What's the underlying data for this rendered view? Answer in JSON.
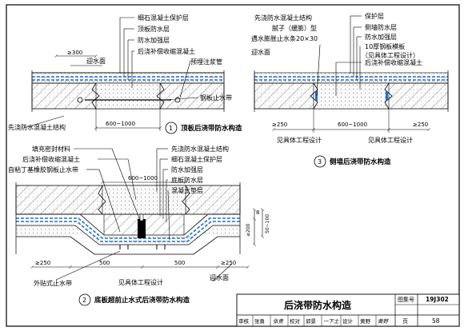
{
  "detail1": {
    "label_a": "细石混凝土保护层",
    "label_b": "顶板防水层",
    "label_c": "防水加强层",
    "label_d": "后浇补偿收缩混凝土",
    "grout_pipe": "预埋注浆管",
    "waterstop": "钢板止水带",
    "dim_left": "≥300",
    "dim_mid": "600~1000",
    "water_face": "迎水面",
    "first_concrete": "先浇防水混凝土结构",
    "number": "1",
    "caption": "顶板后浇带防水构造"
  },
  "detail3": {
    "first_concrete": "先浇防水混凝土结构",
    "putty": "腻子（缓膨）型",
    "swell_strip": "遇水膨胀止水条20×30",
    "water_face": "迎水面",
    "label_a": "保护层",
    "label_b": "侧墙防水层",
    "label_c": "防水加强层",
    "label_d": "10厚钢板模板",
    "label_e": "（见具体工程设计）",
    "label_f": "后浇补偿收缩混凝土",
    "dim_left": "≥250",
    "dim_mid": "600~1000",
    "dim_right": "≥250",
    "see_left": "见具体工程设计",
    "see_right": "见具体工程设计",
    "number": "3",
    "caption": "侧墙后浇带防水构造"
  },
  "detail2": {
    "sealant": "填充密封材料",
    "post_concrete": "后浇补偿收缩混凝土",
    "butyl_waterstop": "自粘丁基橡胶钢板止水带",
    "r_a": "先浇防水混凝土结构",
    "r_b": "细石混凝土保护层",
    "r_c": "防水加强层",
    "r_d": "底板防水层",
    "r_e": "混凝土垫层",
    "dim_top": "600~1000",
    "dim_v1": "8",
    "dim_v2": "≥200",
    "dim_v3": "50~100",
    "dim_b1": "≥250",
    "dim_b2": "500",
    "dim_b3": "500",
    "dim_b4": "≥250",
    "ext_waterstop": "外贴式止水带",
    "see_design": "见具体工程设计",
    "water_face": "迎水面",
    "number": "2",
    "caption": "底板超前止水式后浇带防水构造"
  },
  "title_block": {
    "title": "后浇带防水构造",
    "atlas_label": "图集号",
    "atlas_no": "19J302",
    "review_label": "审核",
    "reviewer": "张勇",
    "reviewer_sig": "张勇",
    "check_label": "校对",
    "checker": "郭景",
    "checker_sig": "一下土",
    "design_label": "设计",
    "designer": "黄野",
    "designer_sig": "黄野",
    "page_label": "页",
    "page_no": "58"
  }
}
